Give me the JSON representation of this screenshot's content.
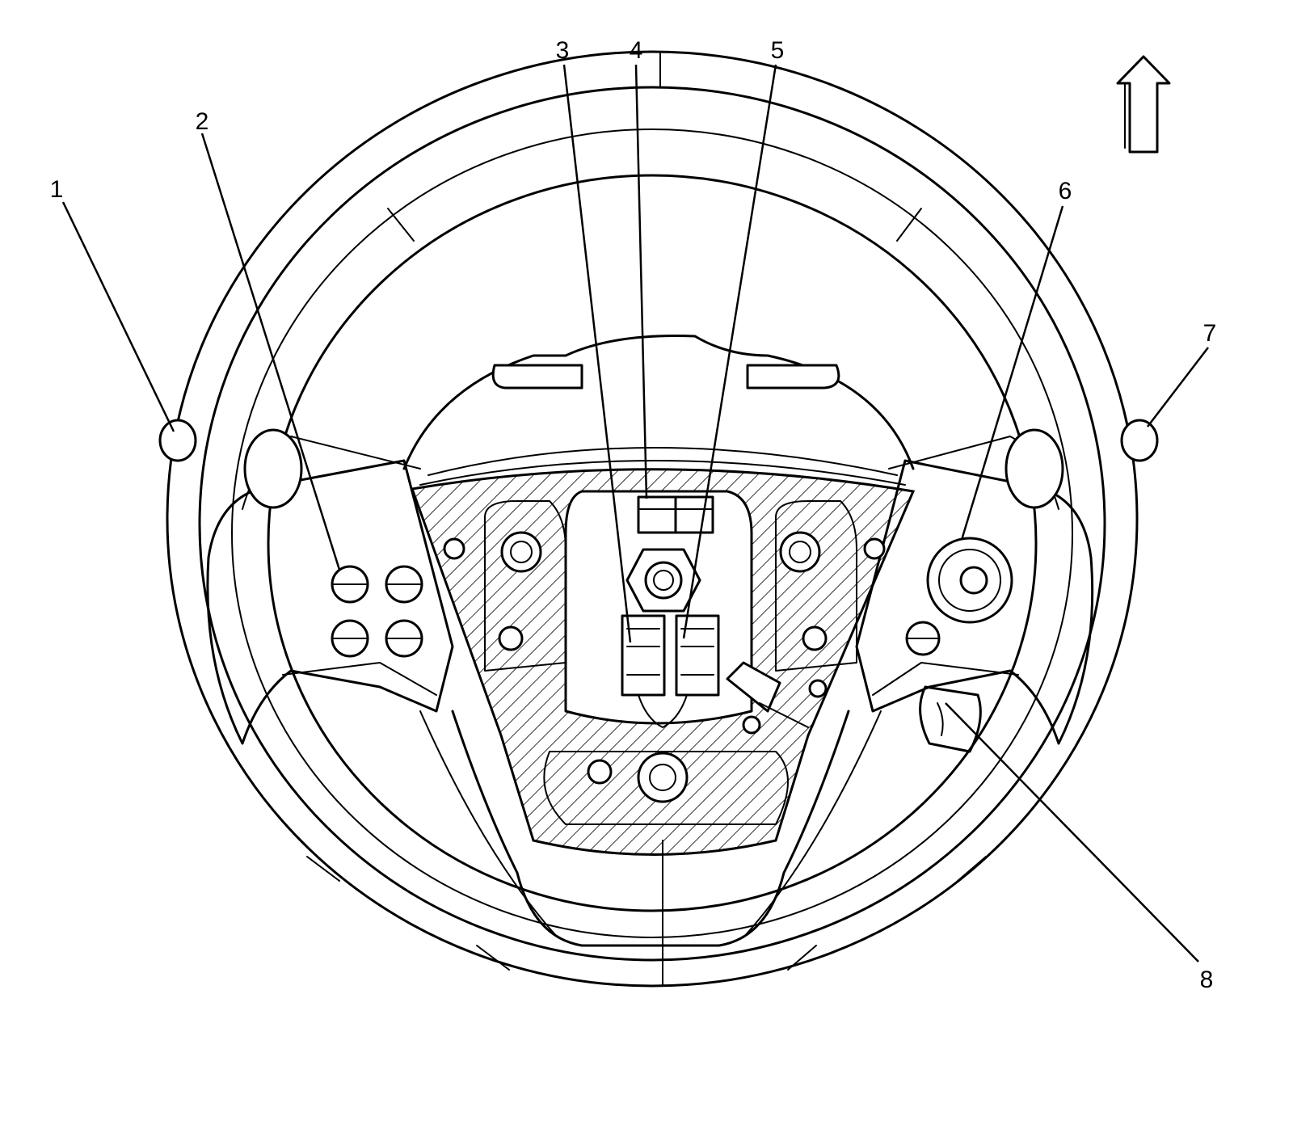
{
  "callouts": [
    {
      "id": "1",
      "label": "1"
    },
    {
      "id": "2",
      "label": "2"
    },
    {
      "id": "3",
      "label": "3"
    },
    {
      "id": "4",
      "label": "4"
    },
    {
      "id": "5",
      "label": "5"
    },
    {
      "id": "6",
      "label": "6"
    },
    {
      "id": "7",
      "label": "7"
    },
    {
      "id": "8",
      "label": "8"
    }
  ],
  "orientation_arrow": {
    "icon": "up-arrow-icon",
    "direction": "up"
  }
}
